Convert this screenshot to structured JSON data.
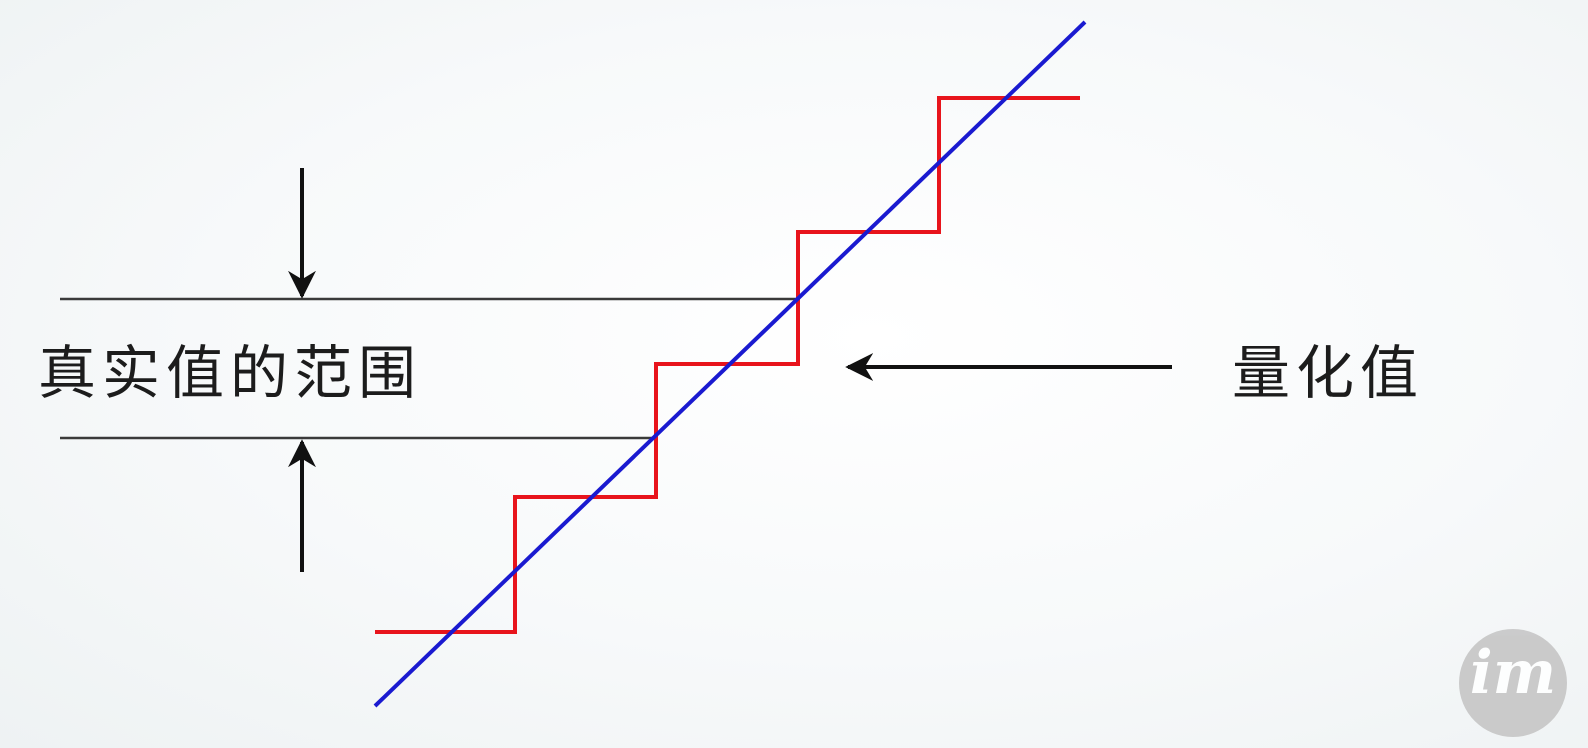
{
  "labels": {
    "range": "真实值的范围",
    "quantized": "量化值"
  },
  "watermark": {
    "text": "im"
  },
  "colors": {
    "staircase": "#e8141c",
    "diagonal": "#1a1ad0",
    "guides": "#3a3a3a",
    "arrows": "#111111",
    "watermark": "#c6c6c6"
  }
}
